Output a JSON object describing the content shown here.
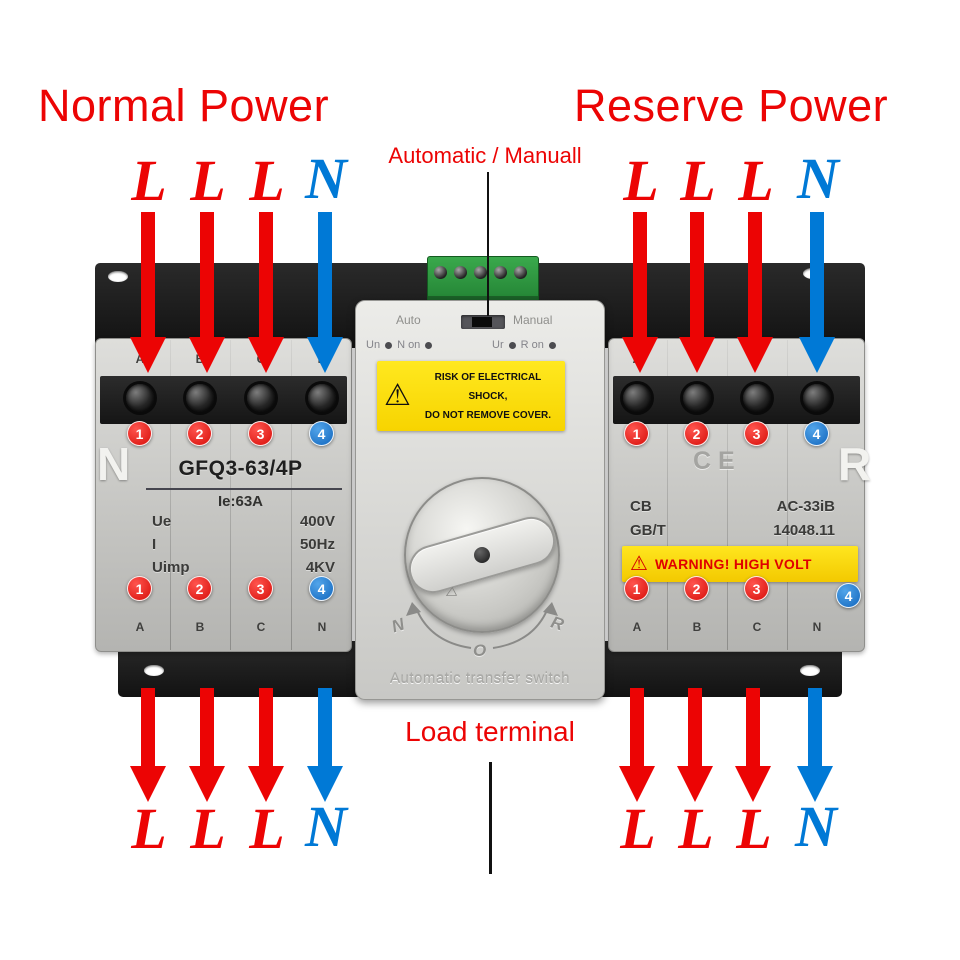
{
  "header": {
    "normal_power": "Normal Power",
    "reserve_power": "Reserve Power",
    "auto_manual": "Automatic / Manuall",
    "load_terminal": "Load terminal"
  },
  "wires": {
    "top_left": [
      "L",
      "L",
      "L",
      "N"
    ],
    "top_right": [
      "L",
      "L",
      "L",
      "N"
    ],
    "bottom_left": [
      "L",
      "L",
      "L",
      "N"
    ],
    "bottom_right": [
      "L",
      "L",
      "L",
      "N"
    ]
  },
  "left_breaker": {
    "side_letter": "N",
    "model": "GFQ3-63/4P",
    "rated_current": "Ie:63A",
    "specs": [
      {
        "label": "Ue",
        "value": "400V"
      },
      {
        "label": "I",
        "value": "50Hz"
      },
      {
        "label": "Uimp",
        "value": "4KV"
      }
    ],
    "terminals": [
      "A",
      "B",
      "C",
      "N"
    ],
    "poles": [
      "1",
      "2",
      "3",
      "4"
    ]
  },
  "right_breaker": {
    "side_letter": "R",
    "ce_mark": "CE",
    "specs": [
      {
        "label": "CB",
        "value": "AC-33iB"
      },
      {
        "label": "GB/T",
        "value": "14048.11"
      }
    ],
    "warning": "WARNING! HIGH VOLT",
    "terminals": [
      "A",
      "B",
      "C",
      "N"
    ],
    "poles": [
      "1",
      "2",
      "3",
      "4"
    ]
  },
  "module": {
    "mode_left": "Auto",
    "mode_right": "Manual",
    "ind_left_1": "Un",
    "ind_left_2": "N on",
    "ind_right_1": "Ur",
    "ind_right_2": "R on",
    "sticker_line1": "RISK OF ELECTRICAL SHOCK,",
    "sticker_line2": "DO NOT REMOVE COVER.",
    "positions": [
      "N",
      "O",
      "R"
    ],
    "footer": "Automatic transfer switch"
  },
  "colors": {
    "annotation_red": "#ec0404",
    "neutral_blue": "#0079d6",
    "warning_yellow": "#ffe11a",
    "terminal_green": "#2f9e41"
  }
}
